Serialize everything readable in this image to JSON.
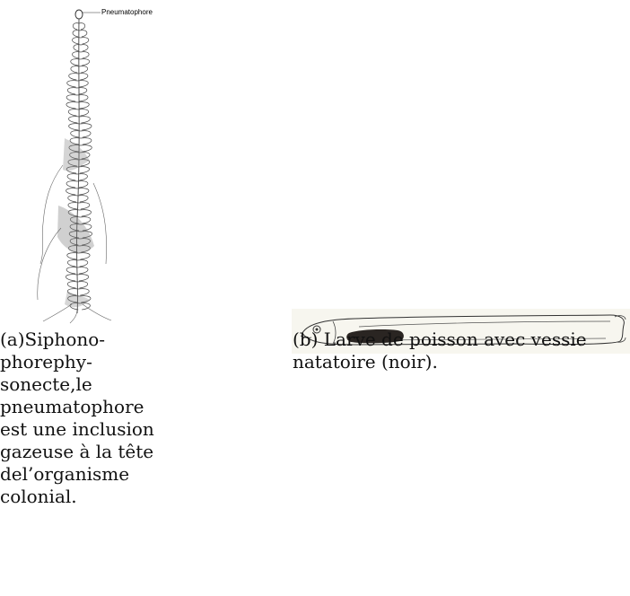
{
  "figure_a": {
    "label_pneumatophore": "Pneumatophore",
    "caption_tag": "(a)",
    "caption_lines": [
      "Siphono-",
      "phore",
      "phy-",
      "sonecte,",
      "le",
      "pneumatophore",
      "est une inclusion",
      "gazeuse à la tête",
      "de",
      "l’organisme",
      "colonial."
    ]
  },
  "figure_b": {
    "caption_line1": "(b) Larve de poisson avec vessie",
    "caption_line2": "natatoire (noir)."
  }
}
